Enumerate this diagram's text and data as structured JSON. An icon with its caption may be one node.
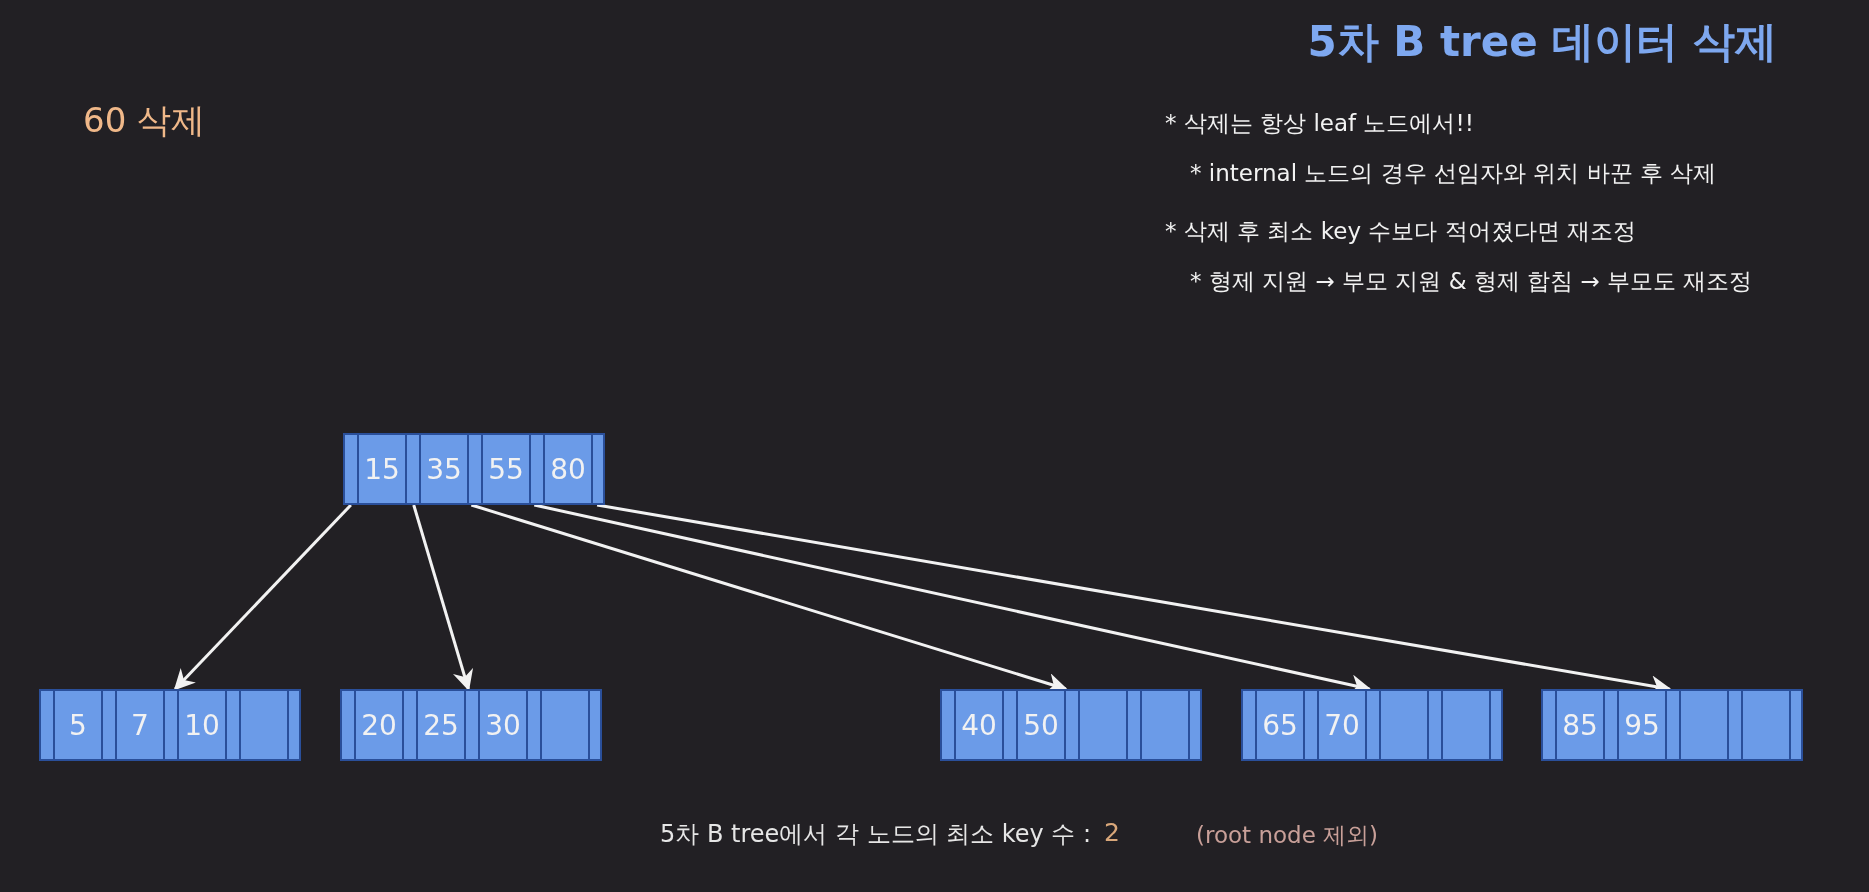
{
  "diagram": {
    "title": "5차 B tree 데이터 삭제",
    "nodes": [
      {
        "text": [
          "15",
          "35",
          "55",
          "80"
        ]
      },
      {
        "text": [
          "5",
          "7",
          "10"
        ]
      },
      {
        "text": [
          "20",
          "25",
          "30"
        ]
      },
      {
        "text": [
          "40",
          "50"
        ]
      },
      {
        "text": [
          "65",
          "70"
        ]
      },
      {
        "text": [
          "85",
          "95"
        ]
      }
    ],
    "edges": [
      {
        "from": 0,
        "to": 1,
        "arrow": "to"
      },
      {
        "from": 0,
        "to": 2,
        "arrow": "to"
      },
      {
        "from": 0,
        "to": 3,
        "arrow": "to"
      },
      {
        "from": 0,
        "to": 4,
        "arrow": "to"
      },
      {
        "from": 0,
        "to": 5,
        "arrow": "to"
      }
    ],
    "labels": [
      "60 삭제",
      "* 삭제는 항상 leaf 노드에서!!",
      "* internal 노드의 경우 선임자와 위치 바꾼 후 삭제",
      "* 삭제 후 최소 key 수보다 적어졌다면 재조정",
      "* 형제 지원 → 부모 지원 & 형제 합침 → 부모도 재조정",
      "5차 B tree에서 각 노드의 최소 key 수 :",
      "2",
      "(root node 제외)"
    ]
  }
}
